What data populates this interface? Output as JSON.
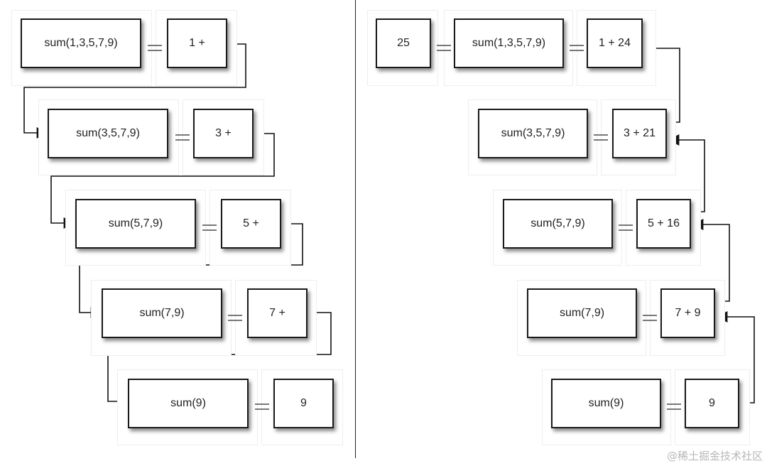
{
  "left": {
    "rows": [
      {
        "call": "sum(1,3,5,7,9)",
        "result": "1 +"
      },
      {
        "call": "sum(3,5,7,9)",
        "result": "3 +"
      },
      {
        "call": "sum(5,7,9)",
        "result": "5 +"
      },
      {
        "call": "sum(7,9)",
        "result": "7 +"
      },
      {
        "call": "sum(9)",
        "result": "9"
      }
    ]
  },
  "right": {
    "final": "25",
    "rows": [
      {
        "call": "sum(1,3,5,7,9)",
        "result": "1 + 24"
      },
      {
        "call": "sum(3,5,7,9)",
        "result": "3 + 21"
      },
      {
        "call": "sum(5,7,9)",
        "result": "5 + 16"
      },
      {
        "call": "sum(7,9)",
        "result": "7 + 9"
      },
      {
        "call": "sum(9)",
        "result": "9"
      }
    ]
  },
  "watermark": "@稀土掘金技术社区"
}
